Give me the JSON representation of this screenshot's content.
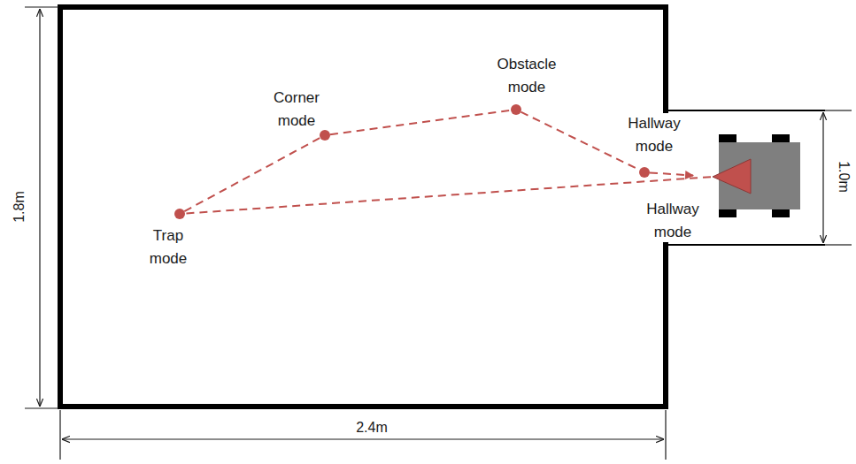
{
  "diagram": {
    "nodes": [
      {
        "text": [
          "Trap mode"
        ]
      },
      {
        "text": [
          "Corner mode"
        ]
      },
      {
        "text": [
          "Obstacle mode"
        ]
      },
      {
        "text": [
          "Hallway mode"
        ]
      },
      {
        "text": [
          "Hallway mode"
        ]
      }
    ],
    "edges": [
      {
        "from": 4,
        "to": 0,
        "arrow": "none"
      },
      {
        "from": 0,
        "to": 1,
        "arrow": "none"
      },
      {
        "from": 1,
        "to": 2,
        "arrow": "none"
      },
      {
        "from": 2,
        "to": 3,
        "arrow": "none"
      },
      {
        "from": 3,
        "to": 4,
        "arrow": "to"
      }
    ],
    "labels": [
      "1.8m",
      "2.4m",
      "1.0m"
    ]
  }
}
